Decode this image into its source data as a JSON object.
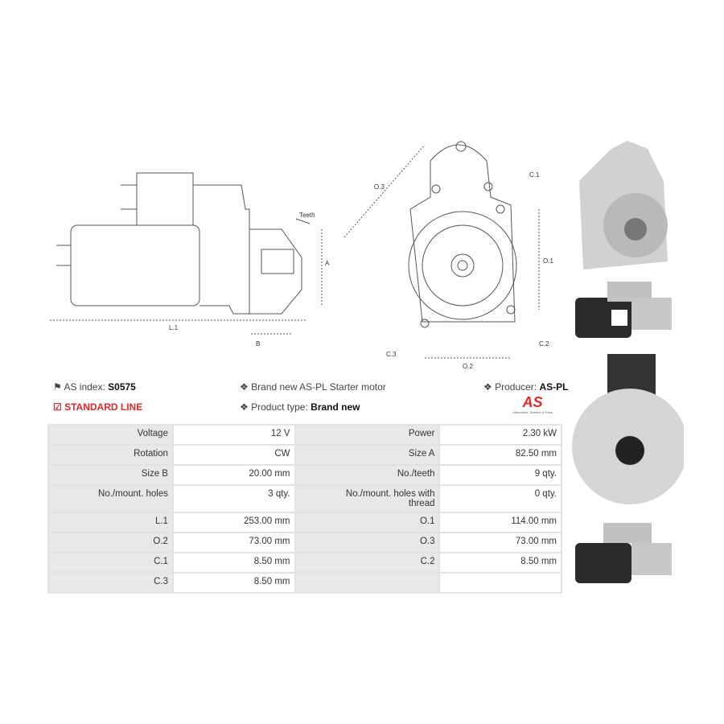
{
  "diagram": {
    "teeth": "Teeth",
    "a": "A",
    "b": "B",
    "l1": "L.1",
    "o1": "O.1",
    "o2": "O.2",
    "o3": "O.3",
    "c1": "C.1",
    "c2": "C.2",
    "c3": "C.3"
  },
  "info": {
    "index_label": "AS index:",
    "index_value": "S0575",
    "line": "STANDARD LINE",
    "desc": "Brand new AS-PL Starter motor",
    "type_label": "Product type:",
    "type_value": "Brand new",
    "producer_label": "Producer:",
    "producer_value": "AS-PL",
    "logo_text": "AS",
    "logo_sub": "Alternators, Starters & Parts"
  },
  "specs": [
    [
      "Voltage",
      "12 V",
      "Power",
      "2.30 kW"
    ],
    [
      "Rotation",
      "CW",
      "Size A",
      "82.50 mm"
    ],
    [
      "Size B",
      "20.00 mm",
      "No./teeth",
      "9 qty."
    ],
    [
      "No./mount. holes",
      "3 qty.",
      "No./mount. holes with thread",
      "0 qty."
    ],
    [
      "L.1",
      "253.00 mm",
      "O.1",
      "114.00 mm"
    ],
    [
      "O.2",
      "73.00 mm",
      "O.3",
      "73.00 mm"
    ],
    [
      "C.1",
      "8.50 mm",
      "C.2",
      "8.50 mm"
    ],
    [
      "C.3",
      "8.50 mm",
      "",
      ""
    ]
  ],
  "colors": {
    "accent": "#e02a2a"
  }
}
